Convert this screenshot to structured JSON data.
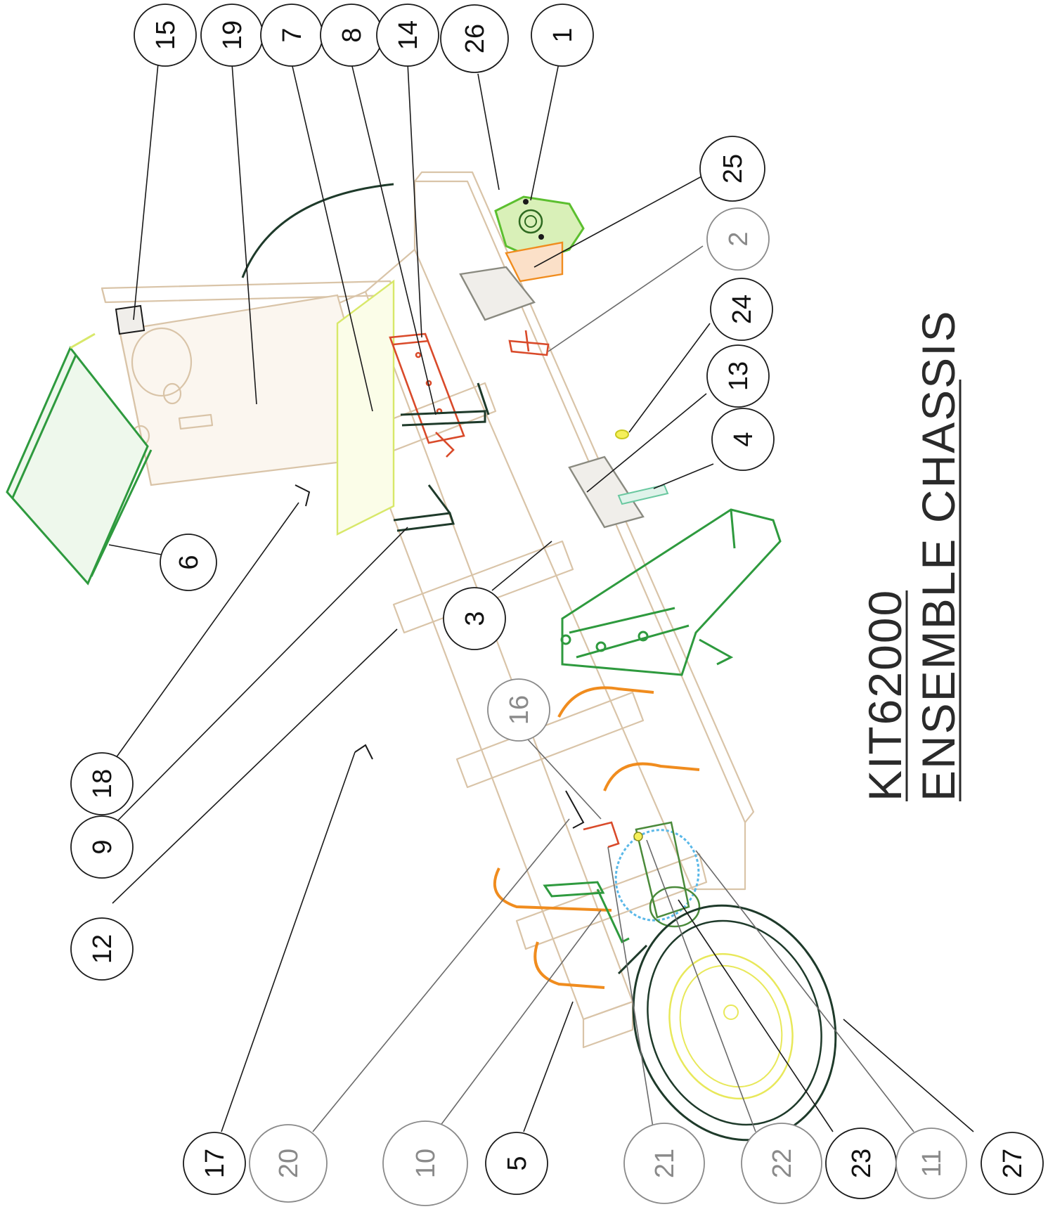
{
  "title": {
    "line1": "KIT62000",
    "line2": "ENSEMBLE CHASSIS"
  },
  "callouts": [
    {
      "id": "c15",
      "label": "15",
      "ghost": false
    },
    {
      "id": "c19",
      "label": "19",
      "ghost": false
    },
    {
      "id": "c7",
      "label": "7",
      "ghost": false
    },
    {
      "id": "c8",
      "label": "8",
      "ghost": false
    },
    {
      "id": "c14",
      "label": "14",
      "ghost": false
    },
    {
      "id": "c26",
      "label": "26",
      "ghost": false
    },
    {
      "id": "c1",
      "label": "1",
      "ghost": false
    },
    {
      "id": "c25",
      "label": "25",
      "ghost": false
    },
    {
      "id": "c2",
      "label": "2",
      "ghost": true
    },
    {
      "id": "c24",
      "label": "24",
      "ghost": false
    },
    {
      "id": "c13",
      "label": "13",
      "ghost": false
    },
    {
      "id": "c4",
      "label": "4",
      "ghost": false
    },
    {
      "id": "c6",
      "label": "6",
      "ghost": false
    },
    {
      "id": "c3",
      "label": "3",
      "ghost": false
    },
    {
      "id": "c16",
      "label": "16",
      "ghost": true
    },
    {
      "id": "c18",
      "label": "18",
      "ghost": false
    },
    {
      "id": "c9",
      "label": "9",
      "ghost": false
    },
    {
      "id": "c12",
      "label": "12",
      "ghost": false
    },
    {
      "id": "c17",
      "label": "17",
      "ghost": false
    },
    {
      "id": "c20",
      "label": "20",
      "ghost": true
    },
    {
      "id": "c10",
      "label": "10",
      "ghost": true
    },
    {
      "id": "c5",
      "label": "5",
      "ghost": false
    },
    {
      "id": "c21",
      "label": "21",
      "ghost": true
    },
    {
      "id": "c22",
      "label": "22",
      "ghost": true
    },
    {
      "id": "c23",
      "label": "23",
      "ghost": false
    },
    {
      "id": "c11",
      "label": "11",
      "ghost": true
    },
    {
      "id": "c27",
      "label": "27",
      "ghost": false
    }
  ],
  "colors": {
    "frame": "#d9c4a8",
    "green": "#2e9a3e",
    "red": "#d94a2a",
    "orange": "#f08c1e",
    "cyan": "#5ab8e8",
    "yellow": "#e8e85a",
    "dark_green": "#1e3a2a"
  }
}
